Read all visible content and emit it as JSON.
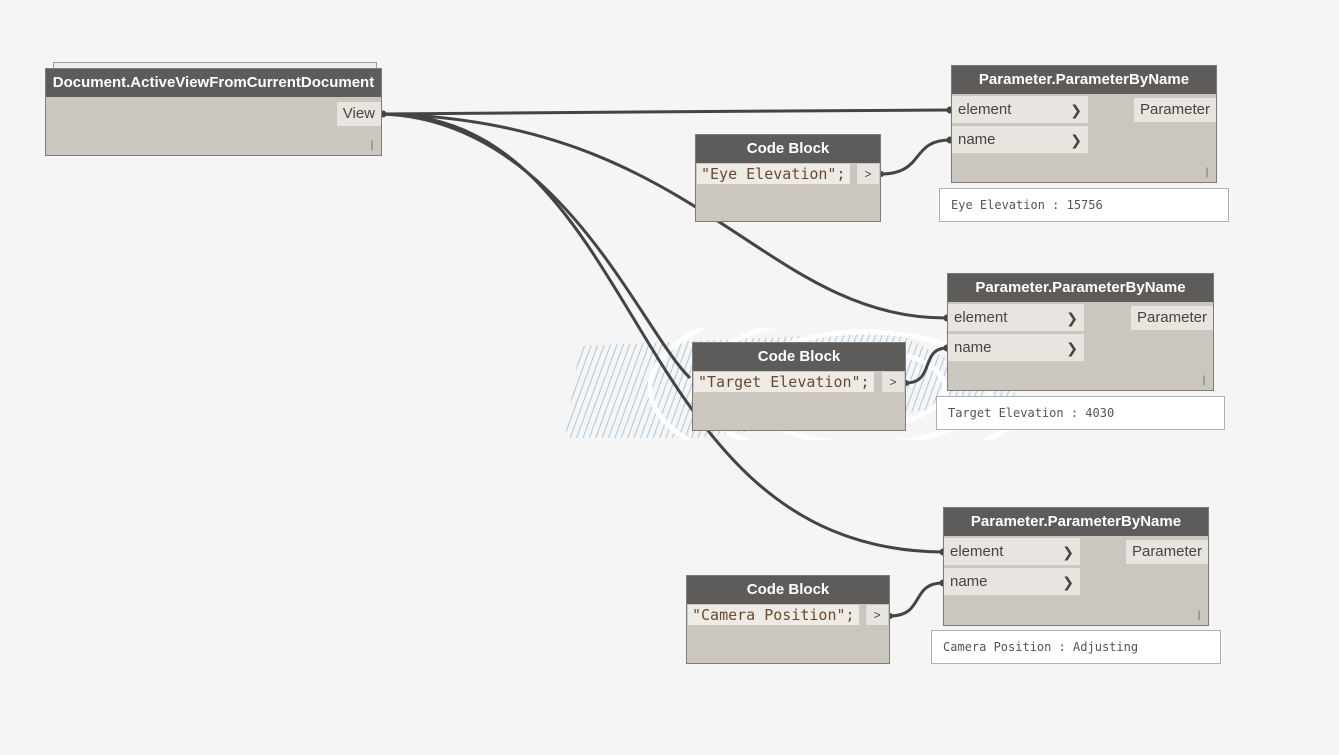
{
  "nodes": {
    "active_view": {
      "title": "Document.ActiveViewFromCurrentDocument",
      "output": "View",
      "lacing": "|"
    },
    "code_eye": {
      "title": "Code Block",
      "code": "\"Eye Elevation\";",
      "output": ">"
    },
    "code_target": {
      "title": "Code Block",
      "code": "\"Target Elevation\";",
      "output": ">"
    },
    "code_camera": {
      "title": "Code Block",
      "code": "\"Camera Position\";",
      "output": ">"
    },
    "param_eye": {
      "title": "Parameter.ParameterByName",
      "input_element": "element",
      "input_name": "name",
      "output": "Parameter",
      "lacing": "|",
      "preview": "Eye Elevation : 15756"
    },
    "param_target": {
      "title": "Parameter.ParameterByName",
      "input_element": "element",
      "input_name": "name",
      "output": "Parameter",
      "lacing": "|",
      "preview": "Target Elevation : 4030"
    },
    "param_camera": {
      "title": "Parameter.ParameterByName",
      "input_element": "element",
      "input_name": "name",
      "output": "Parameter",
      "lacing": "|",
      "preview": "Camera Position : Adjusting"
    }
  },
  "icons": {
    "input_port": "chevron-right-icon",
    "output_port": "greater-than-icon"
  },
  "colors": {
    "canvas": "#f5f5f5",
    "node_body": "#cbc6be",
    "node_header": "#5e5c5a",
    "wire": "#444444",
    "background_geometry": "#8fb4d4"
  }
}
